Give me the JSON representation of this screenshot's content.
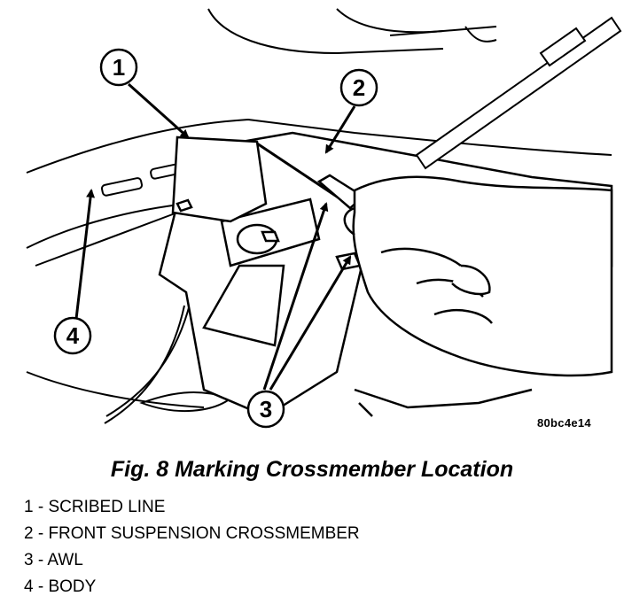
{
  "figure": {
    "code": "80bc4e14",
    "caption": "Fig. 8 Marking Crossmember Location"
  },
  "callouts": [
    {
      "number": "1"
    },
    {
      "number": "2"
    },
    {
      "number": "3"
    },
    {
      "number": "4"
    }
  ],
  "legend": [
    {
      "text": "1 - SCRIBED LINE"
    },
    {
      "text": "2 - FRONT SUSPENSION CROSSMEMBER"
    },
    {
      "text": "3 - AWL"
    },
    {
      "text": "4 - BODY"
    }
  ]
}
